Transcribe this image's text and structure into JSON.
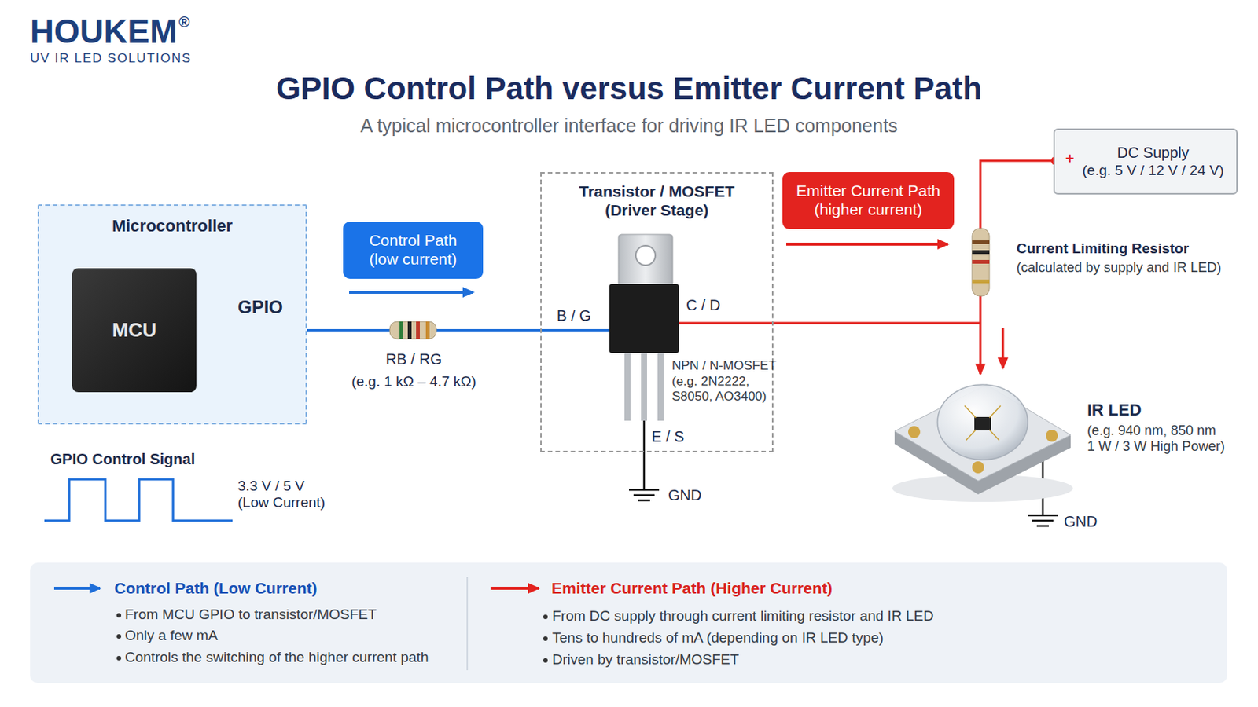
{
  "diagram": {
    "title": "GPIO Control Path versus Emitter Current Path",
    "caption": "A typical microcontroller interface for driving IR LED components",
    "nodes": [
      {
        "text": [
          "Microcontroller"
        ]
      },
      {
        "text": [
          "MCU"
        ],
        "in": 0
      },
      {
        "text": [
          "Control Path (low current)"
        ]
      },
      {
        "text": [
          "Transistor / MOSFET (Driver Stage)"
        ]
      },
      {
        "text": [
          "Emitter Current Path (higher current)"
        ]
      },
      {
        "text": [
          "DC Supply",
          "(e.g. 5 V / 12 V / 24 V)"
        ]
      }
    ],
    "edges": [
      {
        "from": 1,
        "to": 3,
        "arrow": "none"
      }
    ],
    "labels": [
      "HOUKEM",
      "®",
      "UV IR LED SOLUTIONS",
      "GPIO",
      "RB / RG",
      "(e.g. 1 kΩ – 4.7 kΩ)",
      "GPIO Control Signal",
      "3.3 V / 5 V (Low Current)",
      "B / G",
      "C / D",
      "NPN / N-MOSFET",
      "(e.g. 2N2222, S8050, AO3400)",
      "E / S",
      "GND",
      "+",
      "Current Limiting Resistor",
      "(calculated by supply and IR LED)",
      "IR LED",
      "(e.g. 940 nm, 850 nm 1 W / 3 W High Power)",
      "GND",
      "From MCU GPIO to transistor/MOSFET",
      "Only a few mA",
      "Controls the switching of the higher current path",
      "From DC supply through current limiting resistor and IR LED",
      "Tens to hundreds of mA (depending on IR LED type)",
      "Driven by transistor/MOSFET"
    ],
    "legend": [
      {
        "text": "Control Path (Low Current)"
      },
      {
        "text": "Emitter Current Path (Higher Current)"
      }
    ]
  }
}
